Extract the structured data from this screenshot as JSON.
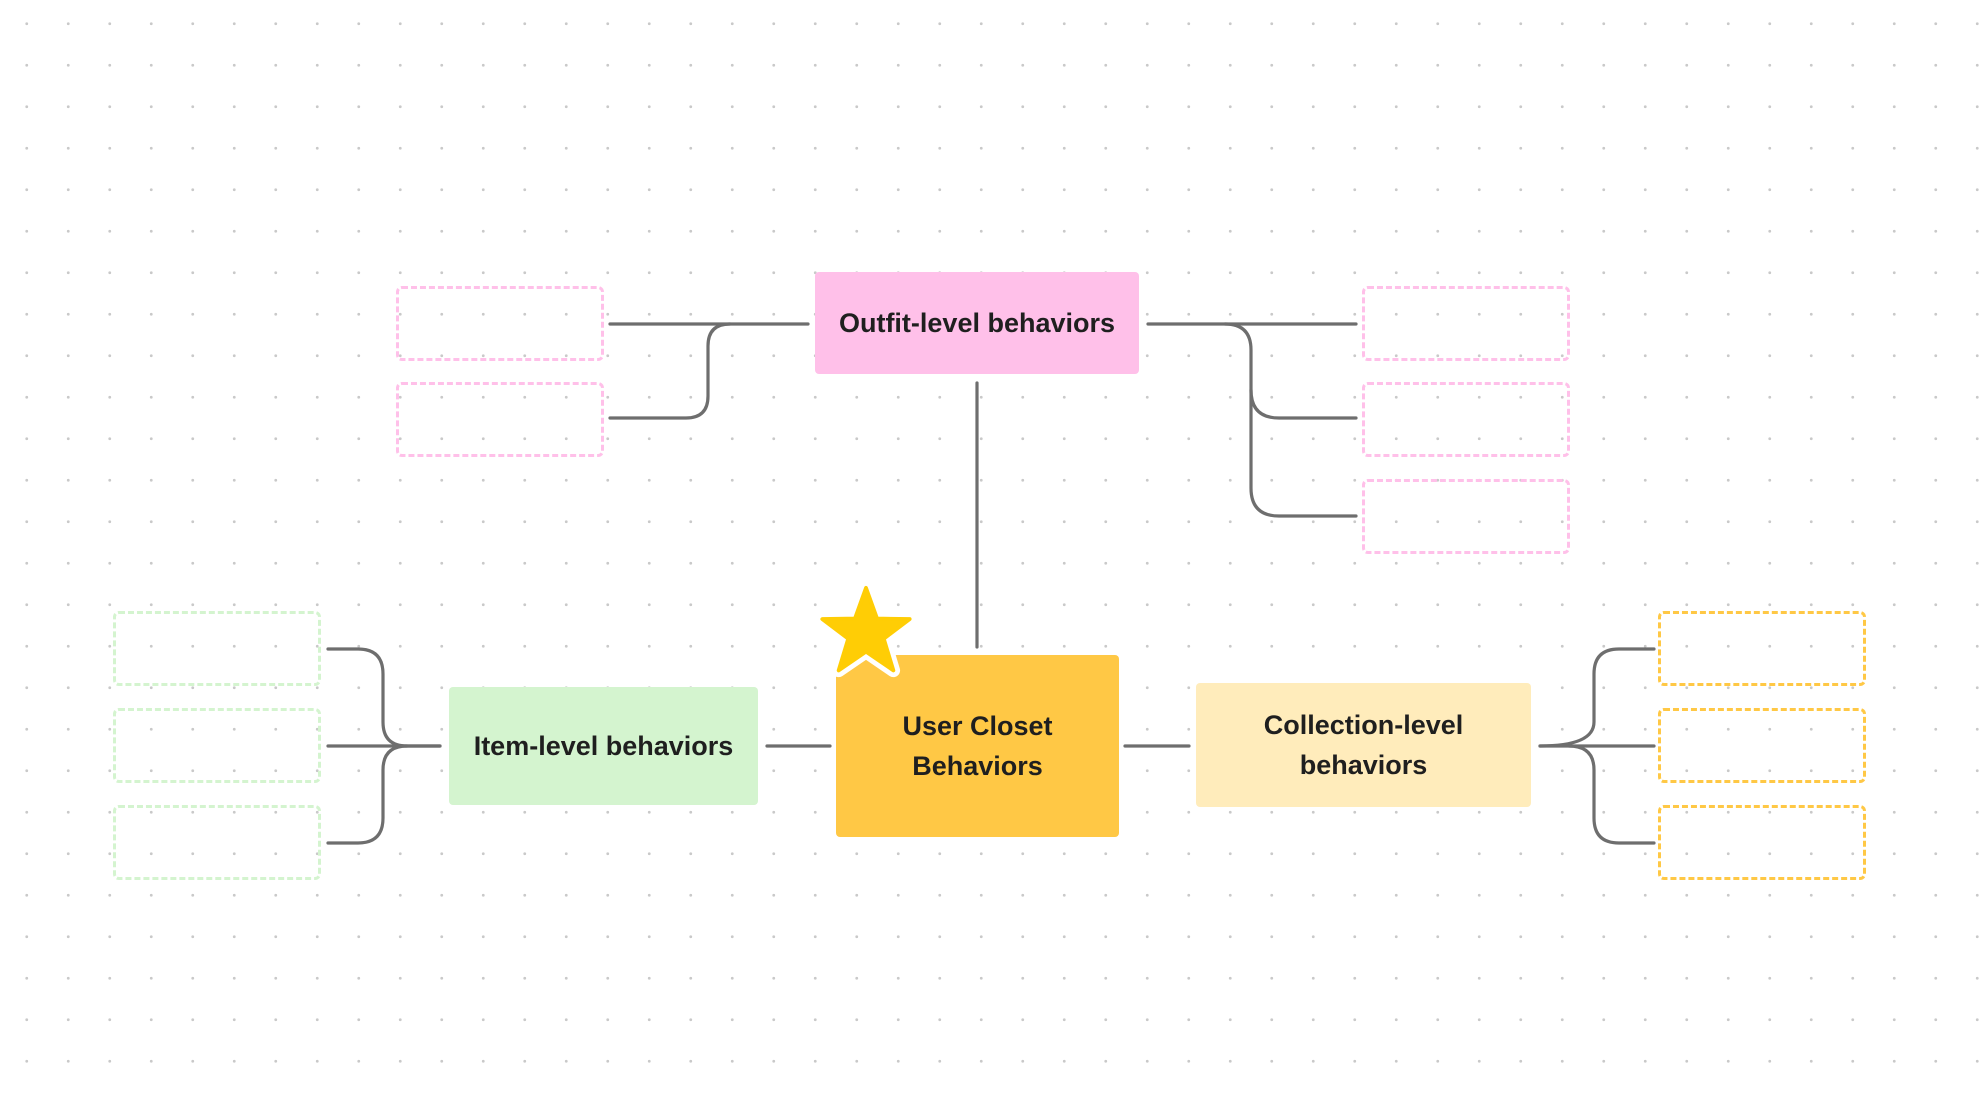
{
  "diagram": {
    "central_topic": {
      "label_line1": "User Closet",
      "label_line2": "Behaviors",
      "color": "#FFC845",
      "badge": "star-icon"
    },
    "branches": {
      "top": {
        "label": "Outfit-level behaviors",
        "color": "#FFC0E9",
        "placeholder_border": "#FFC0E9",
        "placeholder_count": 5
      },
      "left": {
        "label": "Item-level behaviors",
        "color": "#D4F4CF",
        "placeholder_border": "#D4F4CF",
        "placeholder_count": 3
      },
      "right": {
        "label_line1": "Collection-level",
        "label_line2": "behaviors",
        "color": "#FFECBB",
        "placeholder_border": "#FFC845",
        "placeholder_count": 3
      }
    },
    "connector_color": "#6E6E6E",
    "star_color": "#FFCD05"
  }
}
